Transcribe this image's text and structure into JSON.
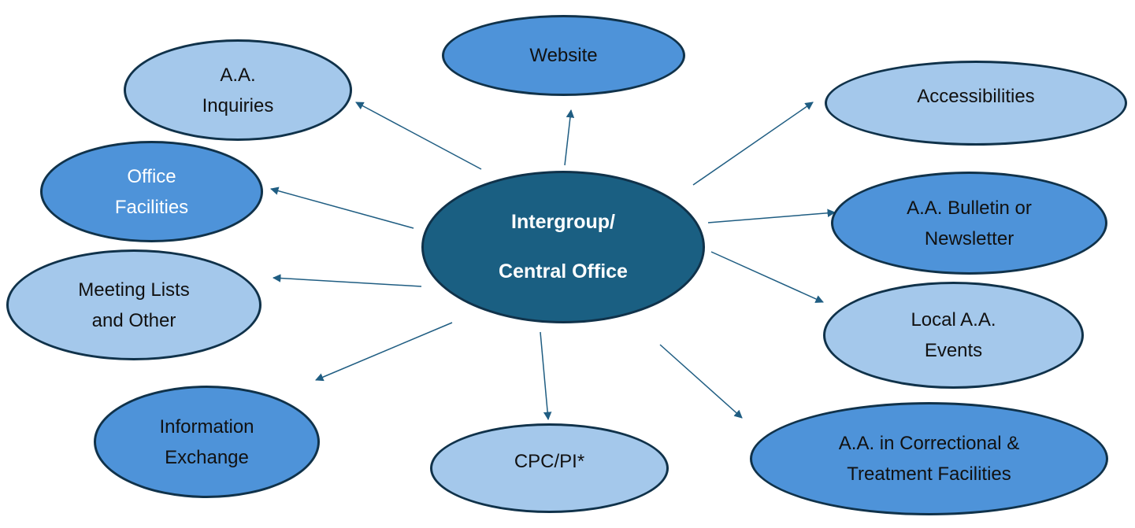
{
  "diagram": {
    "center": {
      "lines": [
        "Intergroup/",
        "Central Office"
      ]
    },
    "nodes": {
      "website": {
        "lines": [
          "Website"
        ]
      },
      "aa_inquiries": {
        "lines": [
          "A.A.",
          "Inquiries"
        ]
      },
      "accessibilities": {
        "lines": [
          "Accessibilities"
        ]
      },
      "office_facilities": {
        "lines": [
          "Office",
          "Facilities"
        ]
      },
      "bulletin": {
        "lines": [
          "A.A. Bulletin or",
          "Newsletter"
        ]
      },
      "meeting_lists": {
        "lines": [
          "Meeting Lists",
          "and Other"
        ]
      },
      "local_events": {
        "lines": [
          "Local A.A.",
          "Events"
        ]
      },
      "information_exchange": {
        "lines": [
          "Information",
          "Exchange"
        ]
      },
      "cpc_pi": {
        "lines": [
          "CPC/PI*"
        ]
      },
      "correctional": {
        "lines": [
          "A.A. in Correctional &",
          "Treatment Facilities"
        ]
      }
    }
  },
  "colors": {
    "center_fill": "#1a5f82",
    "dark_node_fill": "#4e93d9",
    "light_node_fill": "#a4c8eb",
    "outline": "#10324a",
    "arrow": "#1f5d82"
  }
}
